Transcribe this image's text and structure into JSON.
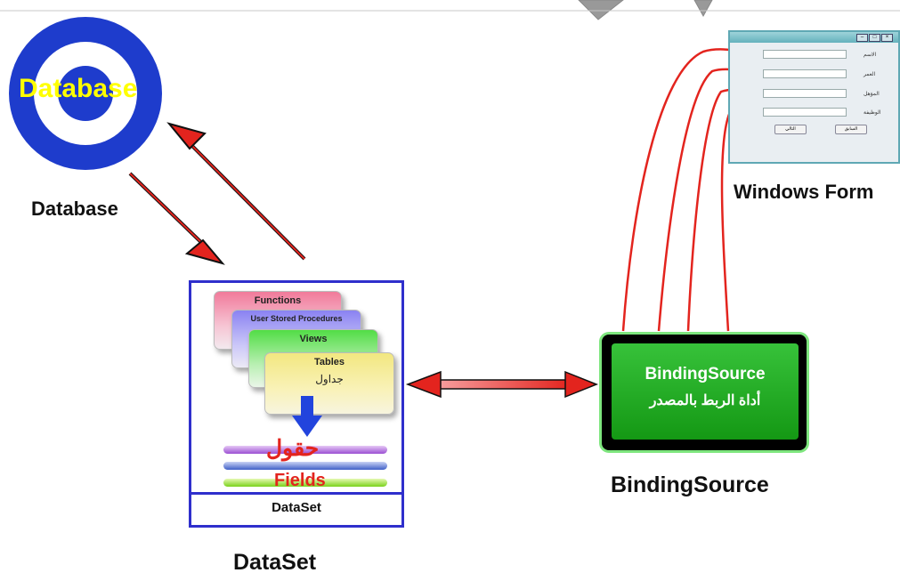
{
  "database": {
    "logo_text": "Database",
    "label": "Database"
  },
  "dataset": {
    "label": "DataSet",
    "inner_label": "DataSet",
    "layers": {
      "functions": "Functions",
      "procedures": "User Stored Procedures",
      "views": "Views",
      "tables": "Tables",
      "tables_ar": "جداول"
    },
    "fields_ar": "حقول",
    "fields_en": "Fields"
  },
  "binding_source": {
    "title": "BindingSource",
    "subtitle_ar": "أداة الربط بالمصدر",
    "label": "BindingSource"
  },
  "windows_form": {
    "label": "Windows Form",
    "fields": [
      "الاسم",
      "العمر",
      "المؤهل",
      "الوظيفة"
    ],
    "buttons": [
      "التالي",
      "السابق"
    ]
  },
  "colors": {
    "arrow_red": "#e3241e",
    "database_blue": "#1e3ccc",
    "dataset_border": "#2f2fcc",
    "binding_green": "#1fa81f"
  }
}
